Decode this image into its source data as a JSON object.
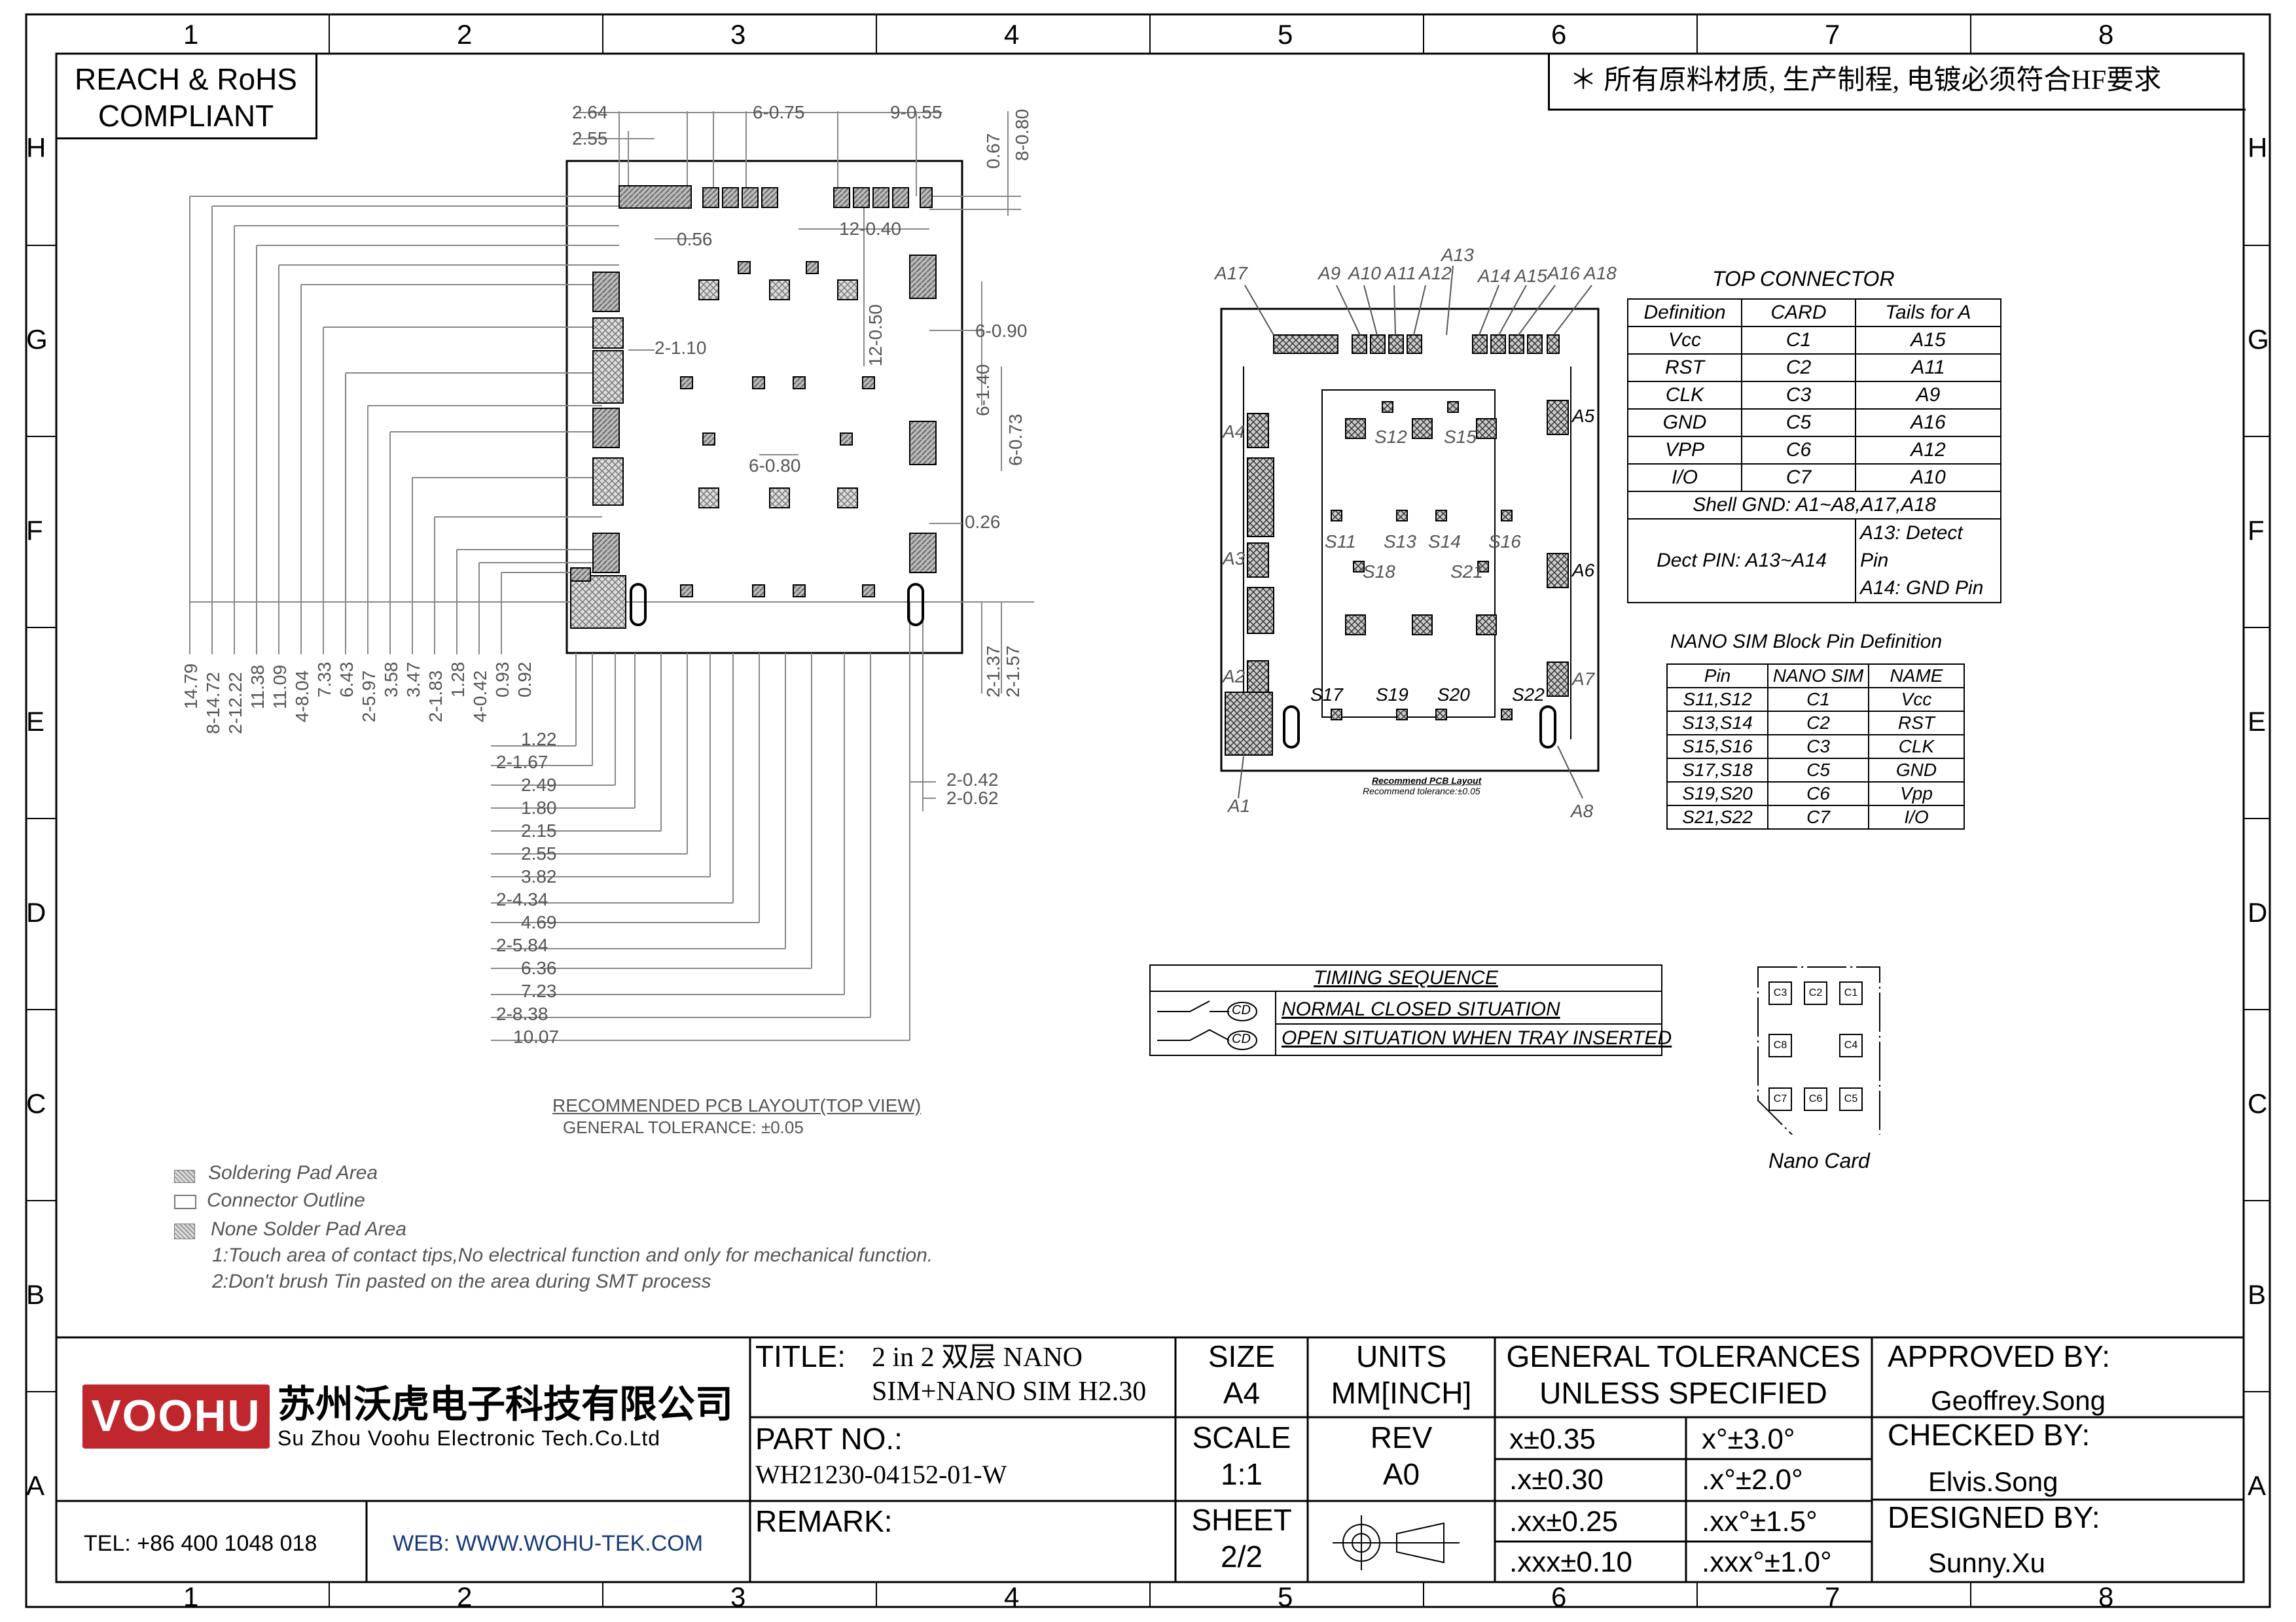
{
  "frame": {
    "columns": [
      "1",
      "2",
      "3",
      "4",
      "5",
      "6",
      "7",
      "8"
    ],
    "rows": [
      "H",
      "G",
      "F",
      "E",
      "D",
      "C",
      "B",
      "A"
    ]
  },
  "compliance": {
    "line1": "REACH & RoHS",
    "line2": "COMPLIANT"
  },
  "hf_note": "＊ 所有原料材质, 生产制程, 电镀必须符合HF要求",
  "pcb_layout": {
    "top_dims": [
      "2.64",
      "2.55",
      "6-0.75",
      "9-0.55",
      "0.56",
      "12-0.40",
      "0.67",
      "8-0.80"
    ],
    "right_dims": [
      "6-0.90",
      "6-1.40",
      "6-0.73",
      "0.26",
      "2-1.37",
      "2-1.57",
      "2-0.42",
      "2-0.62"
    ],
    "inner_dims": [
      "2-1.10",
      "12-0.50",
      "6-0.80"
    ],
    "vertical_dims": [
      "14.79",
      "8-14.72",
      "2-12.22",
      "11.38",
      "11.09",
      "4-8.04",
      "7.33",
      "6.43",
      "2-5.97",
      "3.58",
      "3.47",
      "2-1.83",
      "1.28",
      "4-0.42",
      "0.93",
      "0.92"
    ],
    "horizontal_dims": [
      "1.22",
      "2-1.67",
      "2.49",
      "1.80",
      "2.15",
      "2.55",
      "3.82",
      "2-4.34",
      "4.69",
      "2-5.84",
      "6.36",
      "7.23",
      "2-8.38",
      "10.07"
    ],
    "caption": "RECOMMENDED PCB LAYOUT(TOP VIEW)",
    "tolerance": "GENERAL TOLERANCE: ±0.05"
  },
  "legend": {
    "items": [
      "Soldering Pad Area",
      "Connector Outline",
      "None Solder Pad Area"
    ],
    "notes": [
      "1:Touch area of contact tips,No electrical function and only for mechanical function.",
      "2:Don't brush Tin pasted on the area during SMT process"
    ]
  },
  "connector_view": {
    "top_labels": [
      "A17",
      "A9",
      "A10",
      "A11",
      "A12",
      "A13",
      "A14",
      "A15",
      "A16",
      "A18"
    ],
    "side_labels": [
      "A4",
      "A3",
      "A2",
      "A1",
      "A5",
      "A6",
      "A7",
      "A8"
    ],
    "sim_labels": [
      "S12",
      "S15",
      "S11",
      "S13",
      "S14",
      "S16",
      "S18",
      "S21",
      "S17",
      "S19",
      "S20",
      "S22"
    ],
    "caption": "Recommend PCB Layout",
    "tolerance": "Recommend tolerance:±0.05"
  },
  "top_connector": {
    "title": "TOP CONNECTOR",
    "headers": [
      "Definition",
      "CARD",
      "Tails for A"
    ],
    "rows": [
      [
        "Vcc",
        "C1",
        "A15"
      ],
      [
        "RST",
        "C2",
        "A11"
      ],
      [
        "CLK",
        "C3",
        "A9"
      ],
      [
        "GND",
        "C5",
        "A16"
      ],
      [
        "VPP",
        "C6",
        "A12"
      ],
      [
        "I/O",
        "C7",
        "A10"
      ]
    ],
    "shell": "Shell GND: A1~A8,A17,A18",
    "dect_pin": "Dect PIN: A13~A14",
    "dect_a13": "A13: Detect Pin",
    "dect_a14": "A14: GND Pin"
  },
  "nano_block": {
    "title": "NANO SIM Block Pin Definition",
    "headers": [
      "Pin",
      "NANO SIM",
      "NAME"
    ],
    "rows": [
      [
        "S11,S12",
        "C1",
        "Vcc"
      ],
      [
        "S13,S14",
        "C2",
        "RST"
      ],
      [
        "S15,S16",
        "C3",
        "CLK"
      ],
      [
        "S17,S18",
        "C5",
        "GND"
      ],
      [
        "S19,S20",
        "C6",
        "Vpp"
      ],
      [
        "S21,S22",
        "C7",
        "I/O"
      ]
    ]
  },
  "timing": {
    "title": "TIMING SEQUENCE",
    "row1": "NORMAL CLOSED SITUATION",
    "row2": "OPEN SITUATION WHEN TRAY INSERTED",
    "symbol": "CD"
  },
  "nano_card": {
    "caption": "Nano Card",
    "contacts": [
      "C3",
      "C2",
      "C1",
      "C8",
      "C4",
      "C7",
      "C6",
      "C5"
    ]
  },
  "title_block": {
    "logo": "VOOHU",
    "company_cn": "苏州沃虎电子科技有限公司",
    "company_en": "Su Zhou Voohu Electronic Tech.Co.Ltd",
    "tel": "TEL: +86 400 1048 018",
    "web": "WEB: WWW.WOHU-TEK.COM",
    "title_label": "TITLE:",
    "title_line1": "2 in 2 双层 NANO",
    "title_line2": "SIM+NANO SIM H2.30",
    "part_label": "PART NO.:",
    "part_no": "WH21230-04152-01-W",
    "remark_label": "REMARK:",
    "size_label": "SIZE",
    "size": "A4",
    "units_label": "UNITS",
    "units": "MM[INCH]",
    "scale_label": "SCALE",
    "scale": "1:1",
    "rev_label": "REV",
    "rev": "A0",
    "sheet_label": "SHEET",
    "sheet": "2/2",
    "gt_line1": "GENERAL TOLERANCES",
    "gt_line2": "UNLESS SPECIFIED",
    "tol": [
      [
        "x±0.35",
        "x°±3.0°"
      ],
      [
        ".x±0.30",
        ".x°±2.0°"
      ],
      [
        ".xx±0.25",
        ".xx°±1.5°"
      ],
      [
        ".xxx±0.10",
        ".xxx°±1.0°"
      ]
    ],
    "approved_label": "APPROVED BY:",
    "approved": "Geoffrey.Song",
    "checked_label": "CHECKED BY:",
    "checked": "Elvis.Song",
    "designed_label": "DESIGNED BY:",
    "designed": "Sunny.Xu"
  }
}
